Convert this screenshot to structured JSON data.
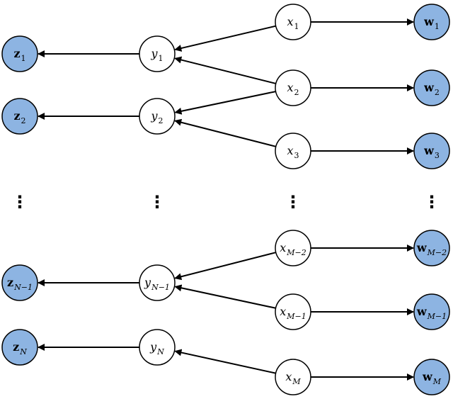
{
  "nodes": {
    "z": [
      {
        "id": "z1",
        "base": "z",
        "sub": "1"
      },
      {
        "id": "z2",
        "base": "z",
        "sub": "2"
      },
      {
        "id": "zN1",
        "base": "z",
        "sub": "N−1"
      },
      {
        "id": "zN",
        "base": "z",
        "sub": "N"
      }
    ],
    "y": [
      {
        "id": "y1",
        "base": "y",
        "sub": "1"
      },
      {
        "id": "y2",
        "base": "y",
        "sub": "2"
      },
      {
        "id": "yN1",
        "base": "y",
        "sub": "N−1"
      },
      {
        "id": "yN",
        "base": "y",
        "sub": "N"
      }
    ],
    "x": [
      {
        "id": "x1",
        "base": "x",
        "sub": "1"
      },
      {
        "id": "x2",
        "base": "x",
        "sub": "2"
      },
      {
        "id": "x3",
        "base": "x",
        "sub": "3"
      },
      {
        "id": "xM2",
        "base": "x",
        "sub": "M−2"
      },
      {
        "id": "xM1",
        "base": "x",
        "sub": "M−1"
      },
      {
        "id": "xM",
        "base": "x",
        "sub": "M"
      }
    ],
    "w": [
      {
        "id": "w1",
        "base": "w",
        "sub": "1"
      },
      {
        "id": "w2",
        "base": "w",
        "sub": "2"
      },
      {
        "id": "w3",
        "base": "w",
        "sub": "3"
      },
      {
        "id": "wM2",
        "base": "w",
        "sub": "M−2"
      },
      {
        "id": "wM1",
        "base": "w",
        "sub": "M−1"
      },
      {
        "id": "wM",
        "base": "w",
        "sub": "M"
      }
    ]
  },
  "edges": [
    [
      "y1",
      "z1"
    ],
    [
      "y2",
      "z2"
    ],
    [
      "yN1",
      "zN1"
    ],
    [
      "yN",
      "zN"
    ],
    [
      "x1",
      "y1"
    ],
    [
      "x2",
      "y1"
    ],
    [
      "x2",
      "y2"
    ],
    [
      "x3",
      "y2"
    ],
    [
      "xM2",
      "yN1"
    ],
    [
      "xM1",
      "yN1"
    ],
    [
      "xM",
      "yN"
    ],
    [
      "x1",
      "w1"
    ],
    [
      "x2",
      "w2"
    ],
    [
      "x3",
      "w3"
    ],
    [
      "xM2",
      "wM2"
    ],
    [
      "xM1",
      "wM1"
    ],
    [
      "xM",
      "wM"
    ]
  ],
  "ellipsis": "⋮",
  "colors": {
    "observed_fill": "#8db4e2",
    "latent_fill": "#ffffff",
    "stroke": "#000000"
  }
}
